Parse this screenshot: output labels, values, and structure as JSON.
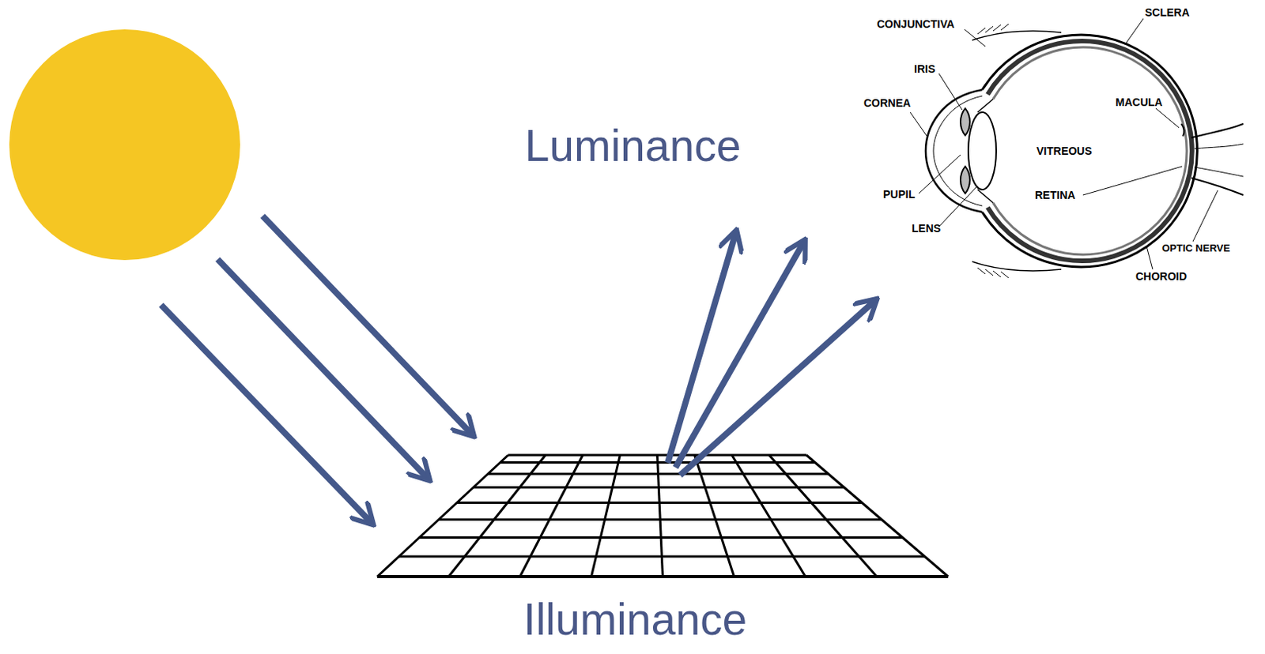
{
  "diagram": {
    "labels": [
      "Luminance",
      "Illuminance",
      "CONJUNCTIVA",
      "SCLERA",
      "IRIS",
      "CORNEA",
      "MACULA",
      "VITREOUS",
      "PUPIL",
      "RETINA",
      "LENS",
      "OPTIC NERVE",
      "CHOROID"
    ]
  }
}
